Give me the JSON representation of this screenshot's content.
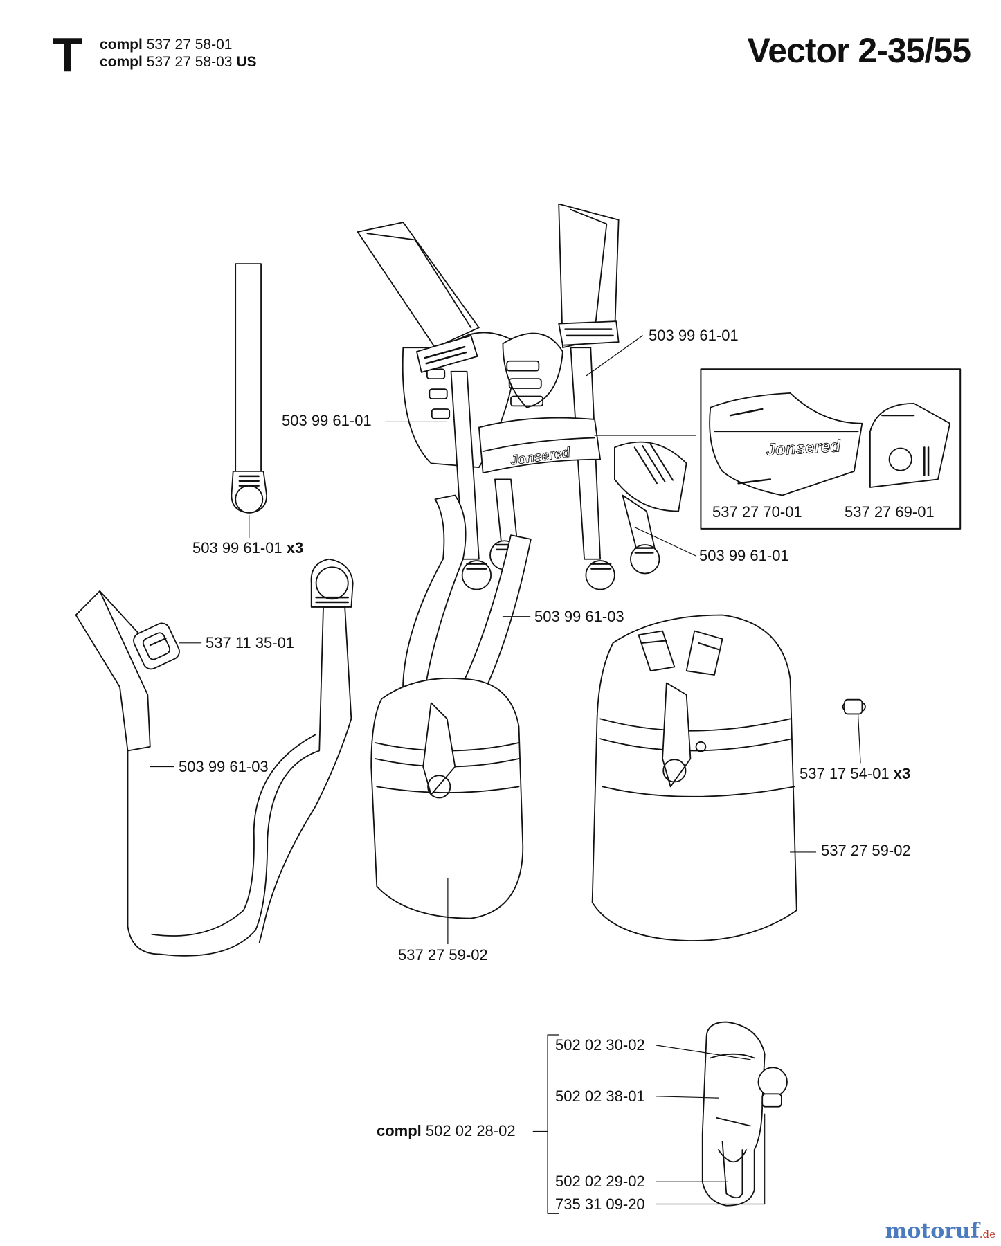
{
  "header": {
    "section_letter": "T",
    "compl_lines": [
      {
        "prefix": "compl",
        "number": "537 27 58-01",
        "suffix": ""
      },
      {
        "prefix": "compl",
        "number": "537 27 58-03",
        "suffix": "US"
      }
    ],
    "title": "Vector 2-35/55"
  },
  "labels": {
    "harness_right_strap": "503 99 61-01",
    "harness_left_strap": "503 99 61-01",
    "loose_strap": "503 99 61-01",
    "loose_strap_qty": "x3",
    "buckle": "537 11 35-01",
    "hip_strap_left": "503 99 61-03",
    "hip_strap_center": "503 99 61-03",
    "pad_left": "537 27 59-02",
    "pad_right": "537 27 59-02",
    "screw": "537 17 54-01",
    "screw_qty": "x3",
    "right_hook_strap": "503 99 61-01",
    "inset_front": "537 27 70-01",
    "inset_side": "537 27 69-01",
    "hook_part_1": "502 02 30-02",
    "hook_part_2": "502 02 38-01",
    "hook_compl_prefix": "compl",
    "hook_compl": "502 02 28-02",
    "hook_part_3": "502 02 29-02",
    "hook_part_4": "735 31 09-20"
  },
  "brand_name": "Jonsered",
  "watermark": {
    "name": "motoruf",
    "tld": ".de"
  }
}
